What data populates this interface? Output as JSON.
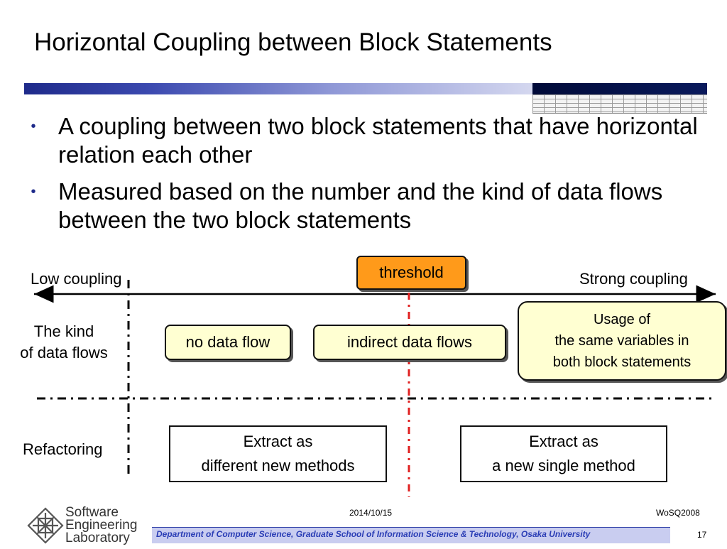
{
  "slide": {
    "title": "Horizontal Coupling between Block Statements",
    "bullets": [
      "A coupling between two block statements that have horizontal relation each other",
      "Measured based on the number and the kind of data flows between the two block statements"
    ]
  },
  "diagram": {
    "threshold": "threshold",
    "low_coupling": "Low coupling",
    "strong_coupling": "Strong coupling",
    "kind_label_line1": "The kind",
    "kind_label_line2": "of data flows",
    "refactoring_label": "Refactoring",
    "flows": {
      "no_data_flow": "no data flow",
      "indirect": "indirect data flows",
      "same_vars_line1": "Usage of",
      "same_vars_line2": "the same variables in",
      "same_vars_line3": "both block statements"
    },
    "refactorings": {
      "different_line1": "Extract as",
      "different_line2": "different new methods",
      "single_line1": "Extract as",
      "single_line2": "a new single method"
    },
    "colors": {
      "threshold_fill": "#ff9a1a",
      "flow_box_fill": "#ffffd2",
      "threshold_line": "#e02020"
    }
  },
  "footer": {
    "date": "2014/10/15",
    "conference": "WoSQ2008",
    "department": "Department of Computer Science, Graduate School of Information Science & Technology, Osaka University",
    "page_number": "17",
    "logo_line1": "Software",
    "logo_line2": "Engineering",
    "logo_line3": "Laboratory"
  }
}
